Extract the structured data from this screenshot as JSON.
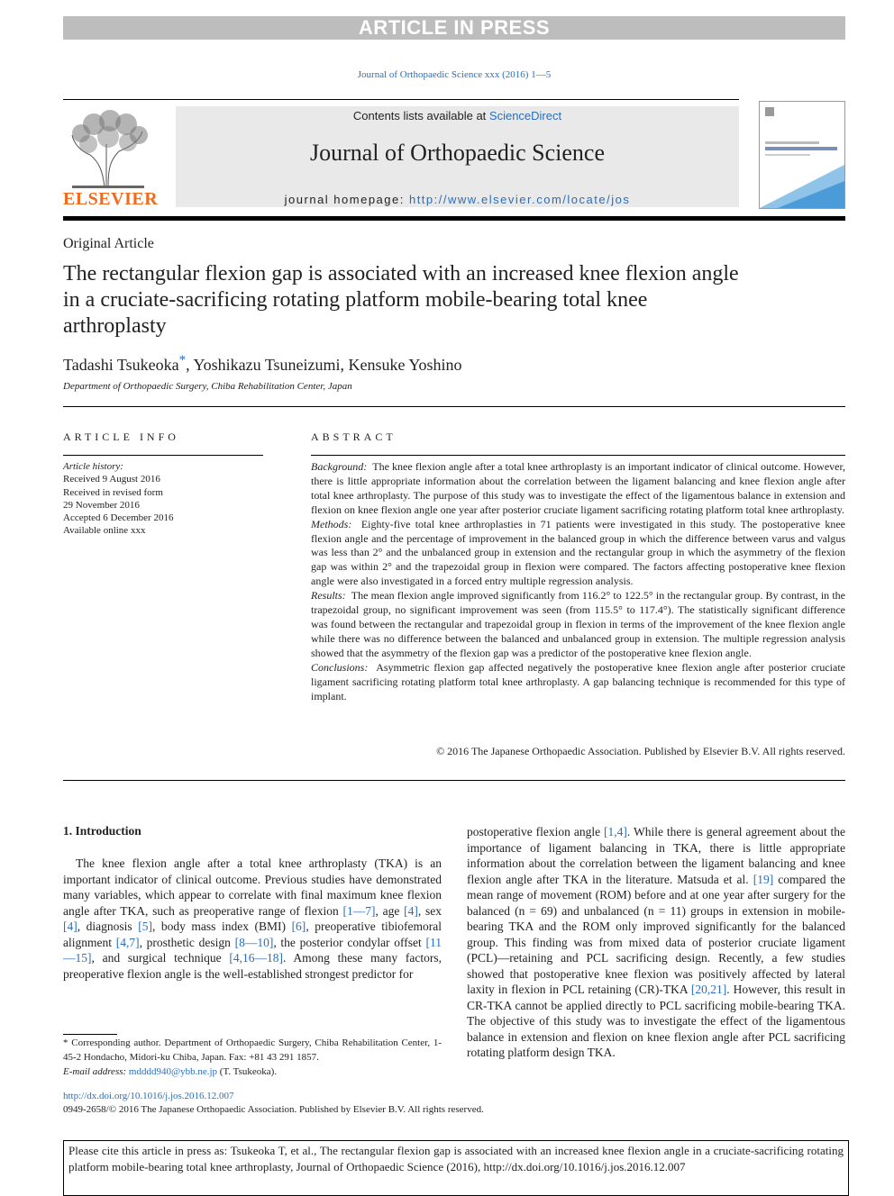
{
  "banner": "ARTICLE IN PRESS",
  "journal_ref": "Journal of Orthopaedic Science xxx (2016) 1—5",
  "header": {
    "logo_text": "ELSEVIER",
    "contents_prefix": "Contents lists available at ",
    "contents_link": "ScienceDirect",
    "journal_title": "Journal of Orthopaedic Science",
    "homepage_prefix": "journal homepage: ",
    "homepage_url": "http://www.elsevier.com/locate/jos"
  },
  "article": {
    "type": "Original Article",
    "title": "The rectangular flexion gap is associated with an increased knee flexion angle in a cruciate-sacrificing rotating platform mobile-bearing total knee arthroplasty",
    "author1": "Tadashi Tsukeoka",
    "author1_mark": "*",
    "authors_rest": ", Yoshikazu Tsuneizumi, Kensuke Yoshino",
    "affiliation": "Department of Orthopaedic Surgery, Chiba Rehabilitation Center, Japan"
  },
  "article_info": {
    "heading": "ARTICLE INFO",
    "history_label": "Article history:",
    "history": [
      "Received 9 August 2016",
      "Received in revised form",
      "29 November 2016",
      "Accepted 6 December 2016",
      "Available online xxx"
    ]
  },
  "abstract": {
    "heading": "ABSTRACT",
    "background_label": "Background:",
    "background": "The knee flexion angle after a total knee arthroplasty is an important indicator of clinical outcome. However, there is little appropriate information about the correlation between the ligament balancing and knee flexion angle after total knee arthroplasty. The purpose of this study was to investigate the effect of the ligamentous balance in extension and flexion on knee flexion angle one year after posterior cruciate ligament sacrificing rotating platform total knee arthroplasty.",
    "methods_label": "Methods:",
    "methods": "Eighty-five total knee arthroplasties in 71 patients were investigated in this study. The postoperative knee flexion angle and the percentage of improvement in the balanced group in which the difference between varus and valgus was less than 2° and the unbalanced group in extension and the rectangular group in which the asymmetry of the flexion gap was within 2° and the trapezoidal group in flexion were compared. The factors affecting postoperative knee flexion angle were also investigated in a forced entry multiple regression analysis.",
    "results_label": "Results:",
    "results": "The mean flexion angle improved significantly from 116.2° to 122.5° in the rectangular group. By contrast, in the trapezoidal group, no significant improvement was seen (from 115.5° to 117.4°). The statistically significant difference was found between the rectangular and trapezoidal group in flexion in terms of the improvement of the knee flexion angle while there was no difference between the balanced and unbalanced group in extension. The multiple regression analysis showed that the asymmetry of the flexion gap was a predictor of the postoperative knee flexion angle.",
    "conclusions_label": "Conclusions:",
    "conclusions": "Asymmetric flexion gap affected negatively the postoperative knee flexion angle after posterior cruciate ligament sacrificing rotating platform total knee arthroplasty. A gap balancing technique is recommended for this type of implant.",
    "copyright": "© 2016 The Japanese Orthopaedic Association. Published by Elsevier B.V. All rights reserved."
  },
  "intro": {
    "heading": "1.  Introduction",
    "left_p1_a": "The knee flexion angle after a total knee arthroplasty (TKA) is an important indicator of clinical outcome. Previous studies have demonstrated many variables, which appear to correlate with final maximum knee flexion angle after TKA, such as preoperative range of flexion ",
    "ref_1_7": "[1—7]",
    "left_p1_b": ", age ",
    "ref_4a": "[4]",
    "left_p1_c": ", sex ",
    "ref_4b": "[4]",
    "left_p1_d": ", diagnosis ",
    "ref_5": "[5]",
    "left_p1_e": ", body mass index (BMI) ",
    "ref_6": "[6]",
    "left_p1_f": ", preoperative tibiofemoral alignment ",
    "ref_4_7": "[4,7]",
    "left_p1_g": ", prosthetic design ",
    "ref_8_10": "[8—10]",
    "left_p1_h": ", the posterior condylar offset ",
    "ref_11_15": "[11—15]",
    "left_p1_i": ", and surgical technique ",
    "ref_4_16_18": "[4,16—18]",
    "left_p1_j": ". Among these many factors, preoperative flexion angle is the well-established strongest predictor for",
    "right_a": "postoperative flexion angle ",
    "ref_1_4": "[1,4]",
    "right_b": ". While there is general agreement about the importance of ligament balancing in TKA, there is little appropriate information about the correlation between the ligament balancing and knee flexion angle after TKA in the literature. Matsuda et al. ",
    "ref_19": "[19]",
    "right_c": " compared the mean range of movement (ROM) before and at one year after surgery for the balanced (n = 69) and unbalanced (n = 11) groups in extension in mobile-bearing TKA and the ROM only improved significantly for the balanced group. This finding was from mixed data of posterior cruciate ligament (PCL)—retaining and PCL sacrificing design. Recently, a few studies showed that postoperative knee flexion was positively affected by lateral laxity in flexion in PCL retaining (CR)-TKA ",
    "ref_20_21": "[20,21]",
    "right_d": ". However, this result in CR-TKA cannot be applied directly to PCL sacrificing mobile-bearing TKA. The objective of this study was to investigate the effect of the ligamentous balance in extension and flexion on knee flexion angle after PCL sacrificing rotating platform design TKA."
  },
  "footnote": {
    "mark": "*",
    "text": " Corresponding author. Department of Orthopaedic Surgery, Chiba Rehabilitation Center, 1-45-2 Hondacho, Midori-ku Chiba, Japan. Fax: +81 43 291 1857.",
    "email_label": "E-mail address:",
    "email": "mdddd940@ybb.ne.jp",
    "email_suffix": " (T. Tsukeoka)."
  },
  "doi": "http://dx.doi.org/10.1016/j.jos.2016.12.007",
  "issn_line": "0949-2658/© 2016 The Japanese Orthopaedic Association. Published by Elsevier B.V. All rights reserved.",
  "cite_box": "Please cite this article in press as: Tsukeoka T, et al., The rectangular flexion gap is associated with an increased knee flexion angle in a cruciate-sacrificing rotating platform mobile-bearing total knee arthroplasty, Journal of Orthopaedic Science (2016), http://dx.doi.org/10.1016/j.jos.2016.12.007",
  "colors": {
    "link": "#2a6ebb",
    "elsevier_orange": "#f26b1d",
    "banner_grey": "#bdbdbd"
  }
}
